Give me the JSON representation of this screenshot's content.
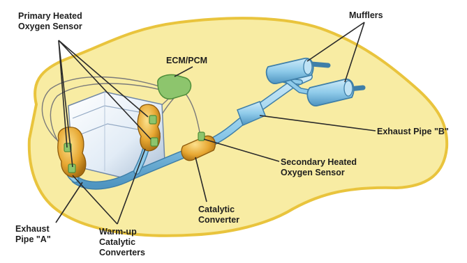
{
  "labels": {
    "primary_sensor": [
      "Primary Heated",
      "Oxygen Sensor"
    ],
    "ecm": [
      "ECM/PCM"
    ],
    "mufflers": [
      "Mufflers"
    ],
    "exhaust_pipe_b": [
      "Exhaust Pipe \"B\""
    ],
    "secondary_sensor": [
      "Secondary Heated",
      "Oxygen Sensor"
    ],
    "catalytic_converter": [
      "Catalytic",
      "Converter"
    ],
    "exhaust_pipe_a": [
      "Exhaust",
      "Pipe \"A\""
    ],
    "warmup_converters": [
      "Warm-up",
      "Catalytic",
      "Converters"
    ]
  },
  "colors": {
    "car_body": "#f8eca3",
    "car_outline": "#e9c43d",
    "exhaust_pipe": "#8fcbea",
    "converter": "#e7a732",
    "sensor": "#8dc56d",
    "engine": "#e2ecf6",
    "leader_line": "#2a2a2a"
  }
}
